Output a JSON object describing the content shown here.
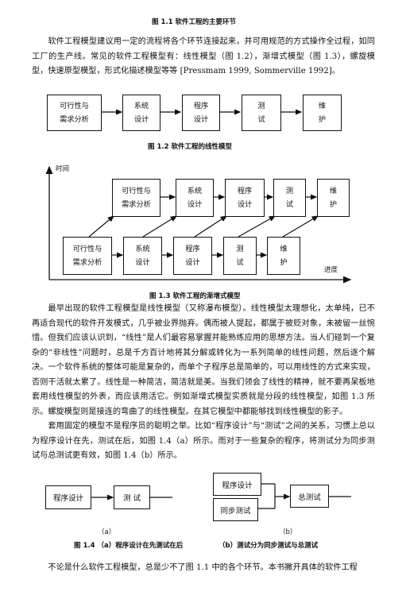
{
  "fig1_1_caption": "图 1.1 软件工程的主要环节",
  "para1": "软件工程模型建议用一定的流程将各个环节连接起来，并可用规范的方式操作全过程，如同工厂的生产线。常见的软件工程模型有：线性模型（图 1.2），渐增式模型（图 1.3），螺旋模型，快速原型模型，形式化描述模型等等 [Pressmam 1999, Sommerville 1992]。",
  "fig1_2": {
    "boxes": [
      {
        "l1": "可行性与",
        "l2": "需求分析"
      },
      {
        "l1": "系统",
        "l2": "设计"
      },
      {
        "l1": "程序",
        "l2": "设计"
      },
      {
        "l1": "测",
        "l2": "试"
      },
      {
        "l1": "维",
        "l2": "护"
      }
    ],
    "caption": "图 1.2 软件工程的线性模型"
  },
  "fig1_3": {
    "y_label": "时间",
    "x_label": "进度",
    "boxes": [
      {
        "l1": "可行性与",
        "l2": "需求分析"
      },
      {
        "l1": "系统",
        "l2": "设计"
      },
      {
        "l1": "程序",
        "l2": "设计"
      },
      {
        "l1": "测",
        "l2": "试"
      },
      {
        "l1": "维",
        "l2": "护"
      }
    ],
    "caption": "图 1.3 软件工程的渐增式模型"
  },
  "para2": "最早出现的软件工程模型是线性模型（又称瀑布模型）。线性模型太理想化，太单纯，已不再适合现代的软件开发模式，几乎被业界抛弃。偶而被人提起，都属于被贬对象，未被留一丝惋惜。但我们应该认识到，“线性”是人们最容易掌握并能熟练应用的思想方法。当人们碰到一个复杂的“非线性”问题时，总是千方百计地将其分解或转化为一系列简单的线性问题，然后逐个解决。一个软件系统的整体可能是复杂的，而单个子程序总是简单的，可以用线性的方式来实现，否则干活就太累了。线性是一种简洁，简洁就是美。当我们领会了线性的精神，就不要再呆板地套用线性模型的外表，而应该用活它。例如渐增式模型实质就是分段的线性模型，如图 1.3 所示。螺旋模型则是接连的弯曲了的线性模型。在其它模型中都能够找到线性模型的影子。",
  "para3": "套用固定的模型不是程序员的聪明之举。比如“程序设计”与“测试”之间的关系，习惯上总以为程序设计在先，测试在后，如图 1.4（a）所示。而对于一些复杂的程序，将测试分为同步测试与总测试更有效，如图 1.4（b）所示。",
  "fig1_4": {
    "a_box1": "程序设计",
    "a_box2": "测 试",
    "b_box1": "程序设计",
    "b_box2": "同步测试",
    "b_box3": "总测试",
    "a_label": "（a）",
    "b_label": "（b）",
    "caption_a": "图 1.4 （a）程序设计在先测试在后",
    "caption_b": "（b）测试分为同步测试与总测试"
  },
  "para4": "不论是什么软件工程模型，总是少不了图 1.1 中的各个环节。本书撇开具体的软件工程"
}
